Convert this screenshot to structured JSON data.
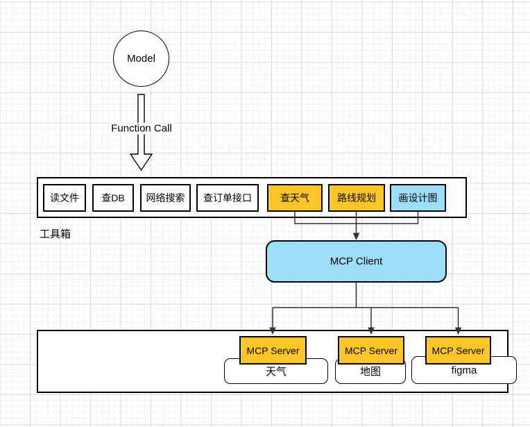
{
  "colors": {
    "orange": "#FFC529",
    "blue": "#9CDEF7",
    "line": "#333333",
    "grid_minor": "#f2f2f2",
    "grid_major": "#dcdcdc"
  },
  "diagram": {
    "model_label": "Model",
    "function_call_label": "Function Call",
    "toolbox_label": "工具箱",
    "tools": [
      {
        "label": "读文件",
        "type": "plain"
      },
      {
        "label": "查DB",
        "type": "plain"
      },
      {
        "label": "网络搜索",
        "type": "plain"
      },
      {
        "label": "查订单接口",
        "type": "plain"
      },
      {
        "label": "查天气",
        "type": "orange"
      },
      {
        "label": "路线规划",
        "type": "orange"
      },
      {
        "label": "画设计图",
        "type": "blue"
      }
    ],
    "mcp_client_label": "MCP Client",
    "servers": [
      {
        "server_label": "MCP Server",
        "service_label": "天气"
      },
      {
        "server_label": "MCP Server",
        "service_label": "地图"
      },
      {
        "server_label": "MCP Server",
        "service_label": "figma"
      }
    ]
  }
}
